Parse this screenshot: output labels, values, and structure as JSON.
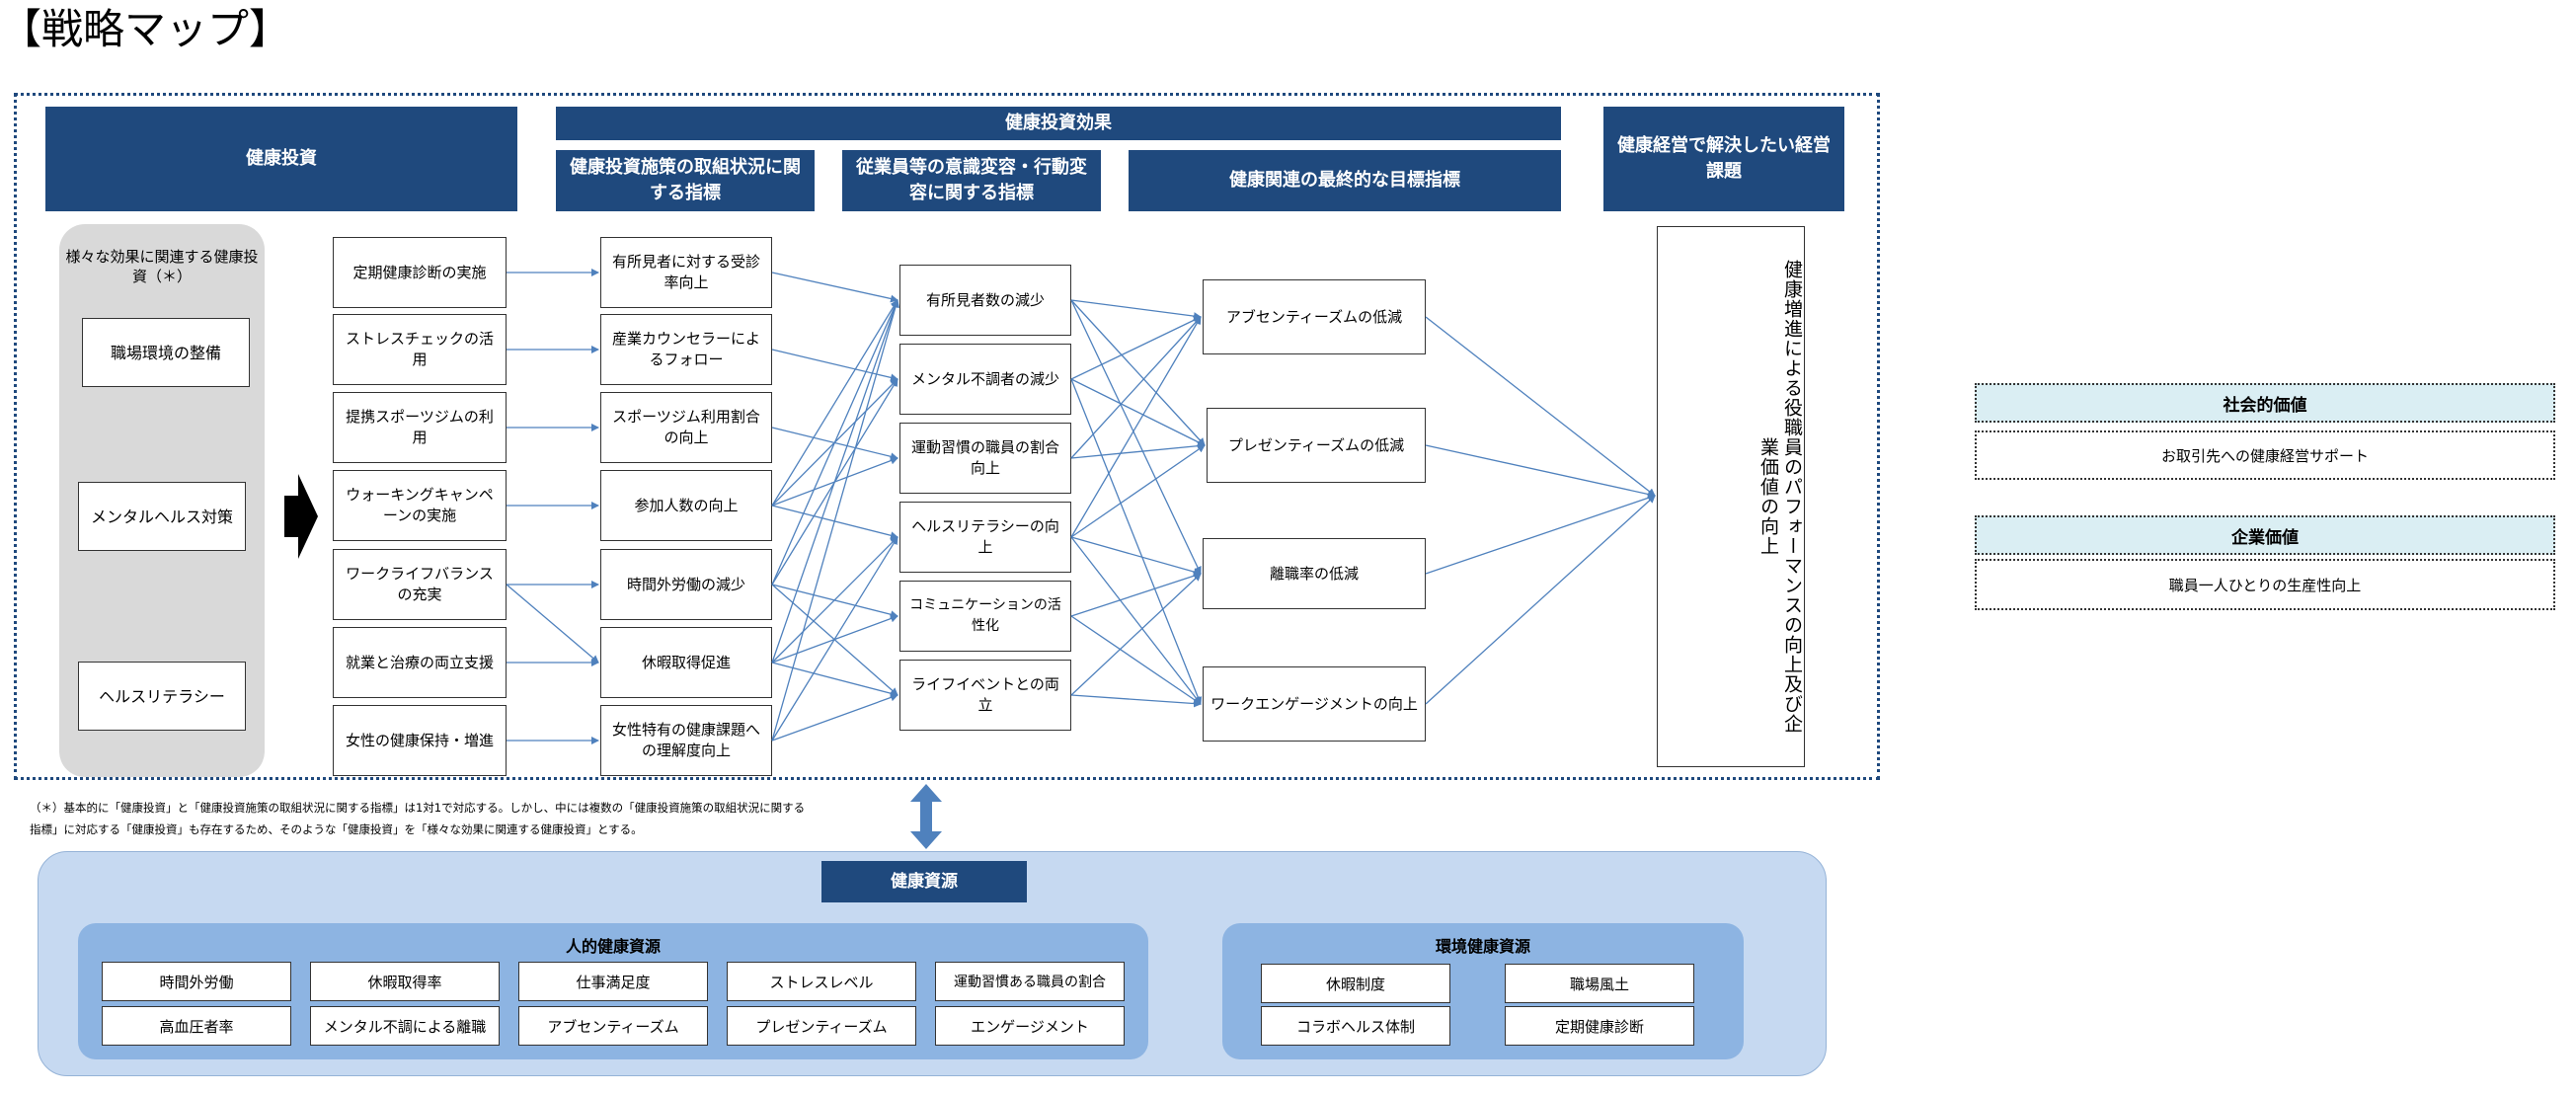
{
  "title": "【戦略マップ】",
  "headers": {
    "investment": "健康投資",
    "effect": "健康投資効果",
    "effect_sub1": "健康投資施策の取組状況に関する指標",
    "effect_sub2": "従業員等の意識変容・行動変容に関する指標",
    "effect_sub3": "健康関連の最終的な目標指標",
    "issue": "健康経営で解決したい経営課題"
  },
  "gray_group": {
    "label": "様々な効果に関連する健康投資（＊）",
    "items": [
      "職場環境の整備",
      "メンタルヘルス対策",
      "ヘルスリテラシー"
    ]
  },
  "col_investment": [
    "定期健康診断の実施",
    "ストレスチェックの活用",
    "提携スポーツジムの利用",
    "ウォーキングキャンペーンの実施",
    "ワークライフバランスの充実",
    "就業と治療の両立支援",
    "女性の健康保持・増進"
  ],
  "col_indicator": [
    "有所見者に対する受診率向上",
    "産業カウンセラーによるフォロー",
    "スポーツジム利用割合の向上",
    "参加人数の向上",
    "時間外労働の減少",
    "休暇取得促進",
    "女性特有の健康課題への理解度向上"
  ],
  "col_behavior": [
    "有所見者数の減少",
    "メンタル不調者の減少",
    "運動習慣の職員の割合向上",
    "ヘルスリテラシーの向上",
    "コミュニケーションの活性化",
    "ライフイベントとの両立"
  ],
  "col_goal": [
    "アブセンティーズムの低減",
    "プレゼンティーズムの低減",
    "離職率の低減",
    "ワークエンゲージメントの向上"
  ],
  "issue_text": "健康増進による役職員のパフォーマンスの向上及び企業価値の向上",
  "note_line1": "（＊）基本的に「健康投資」と「健康投資施策の取組状況に関する指標」は1対1で対応する。しかし、中には複数の「健康投資施策の取組状況に関する",
  "note_line2": "指標」に対応する「健康投資」も存在するため、そのような「健康投資」を「様々な効果に関連する健康投資」とする。",
  "resources": {
    "title": "健康資源",
    "human": {
      "title": "人的健康資源",
      "items": [
        "時間外労働",
        "休暇取得率",
        "仕事満足度",
        "ストレスレベル",
        "運動習慣ある職員の割合",
        "高血圧者率",
        "メンタル不調による離職",
        "アブセンティーズム",
        "プレゼンティーズム",
        "エンゲージメント"
      ]
    },
    "env": {
      "title": "環境健康資源",
      "items": [
        "休暇制度",
        "職場風土",
        "コラボヘルス体制",
        "定期健康診断"
      ]
    }
  },
  "values": {
    "social_title": "社会的価値",
    "social_text": "お取引先への健康経営サポート",
    "corporate_title": "企業価値",
    "corporate_text": "職員一人ひとりの生産性向上"
  },
  "colors": {
    "header": "#1f497d",
    "arrow": "#4f81bd",
    "gray": "#d9d9d9",
    "resource_bg": "#c6d9f1",
    "resource_sub": "#8db4e2"
  }
}
